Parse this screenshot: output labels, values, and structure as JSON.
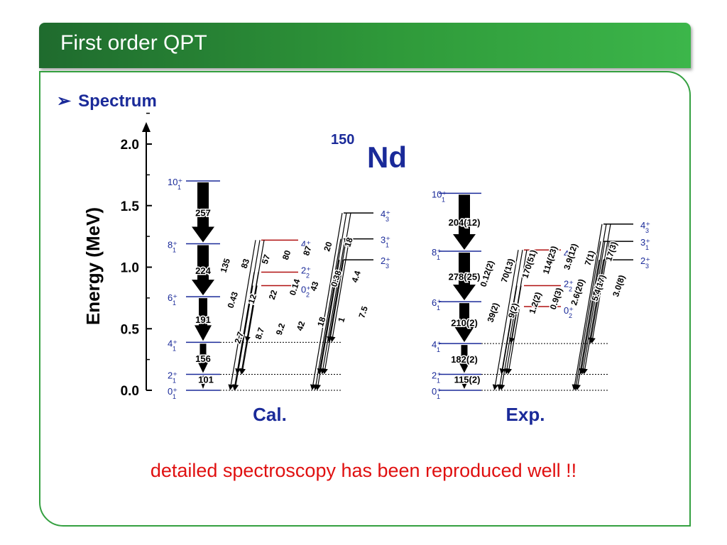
{
  "slide": {
    "title": "First order QPT",
    "bullet": "Spectrum",
    "bullet_icon": "arrow-bullet-icon",
    "caption": "detailed spectroscopy has been reproduced well !!"
  },
  "colors": {
    "title_bar": "#2f9a3a",
    "frame": "#34a040",
    "bullet": "#1a2a99",
    "caption": "#e01010",
    "level_blue": "#1a2a99",
    "level_red": "#b01010"
  },
  "diagram": {
    "nucleus_mass": "150",
    "nucleus_symbol": "Nd",
    "y_axis_label": "Energy (MeV)",
    "y_range": [
      0,
      2.0
    ],
    "y_ticks": [
      "0.0",
      "0.5",
      "1.0",
      "1.5",
      "2.0"
    ],
    "panels": [
      {
        "label": "Cal.",
        "levels": [
          {
            "name": "0",
            "sub": "1",
            "e": 0.0,
            "color": "blue"
          },
          {
            "name": "2",
            "sub": "1",
            "e": 0.13,
            "color": "blue"
          },
          {
            "name": "4",
            "sub": "1",
            "e": 0.39,
            "color": "blue"
          },
          {
            "name": "6",
            "sub": "1",
            "e": 0.76,
            "color": "blue"
          },
          {
            "name": "8",
            "sub": "1",
            "e": 1.19,
            "color": "blue"
          },
          {
            "name": "10",
            "sub": "1",
            "e": 1.7,
            "color": "blue"
          },
          {
            "name": "0",
            "sub": "2",
            "e": 0.85,
            "color": "red"
          },
          {
            "name": "2",
            "sub": "2",
            "e": 0.96,
            "color": "red"
          },
          {
            "name": "4",
            "sub": "2",
            "e": 1.22,
            "color": "red"
          },
          {
            "name": "2",
            "sub": "3",
            "e": 1.06,
            "color": "black"
          },
          {
            "name": "3",
            "sub": "1",
            "e": 1.23,
            "color": "black"
          },
          {
            "name": "4",
            "sub": "3",
            "e": 1.44,
            "color": "black"
          }
        ],
        "gs_band_values": [
          "257",
          "224",
          "191",
          "156",
          "101"
        ],
        "side_values": [
          "135",
          "83",
          "57",
          "80",
          "87",
          "20",
          "18",
          "0.43",
          "12",
          "22",
          "0.14",
          "43",
          "0.38",
          "4.4",
          "2.7",
          "8.7",
          "9.2",
          "42",
          "18",
          "1",
          "7.5"
        ]
      },
      {
        "label": "Exp.",
        "levels": [
          {
            "name": "0",
            "sub": "1",
            "e": 0.0,
            "color": "blue"
          },
          {
            "name": "2",
            "sub": "1",
            "e": 0.13,
            "color": "blue"
          },
          {
            "name": "4",
            "sub": "1",
            "e": 0.38,
            "color": "blue"
          },
          {
            "name": "6",
            "sub": "1",
            "e": 0.72,
            "color": "blue"
          },
          {
            "name": "8",
            "sub": "1",
            "e": 1.13,
            "color": "blue"
          },
          {
            "name": "10",
            "sub": "1",
            "e": 1.6,
            "color": "blue"
          },
          {
            "name": "0",
            "sub": "2",
            "e": 0.68,
            "color": "red"
          },
          {
            "name": "2",
            "sub": "2",
            "e": 0.85,
            "color": "red"
          },
          {
            "name": "4",
            "sub": "2",
            "e": 1.14,
            "color": "red"
          },
          {
            "name": "2",
            "sub": "3",
            "e": 1.06,
            "color": "black"
          },
          {
            "name": "3",
            "sub": "1",
            "e": 1.21,
            "color": "black"
          },
          {
            "name": "4",
            "sub": "3",
            "e": 1.35,
            "color": "black"
          }
        ],
        "gs_band_values": [
          "204(12)",
          "278(25)",
          "210(2)",
          "182(2)",
          "115(2)"
        ],
        "side_values": [
          "0.12(2)",
          "70(13)",
          "170(51)",
          "114(23)",
          "3.9(12)",
          "7(1)",
          "17(3)",
          "39(2)",
          "9(2)",
          "1.2(2)",
          "0.9(3)",
          "2.6(20)",
          "5.4(17)",
          "3.0(8)"
        ]
      }
    ]
  }
}
